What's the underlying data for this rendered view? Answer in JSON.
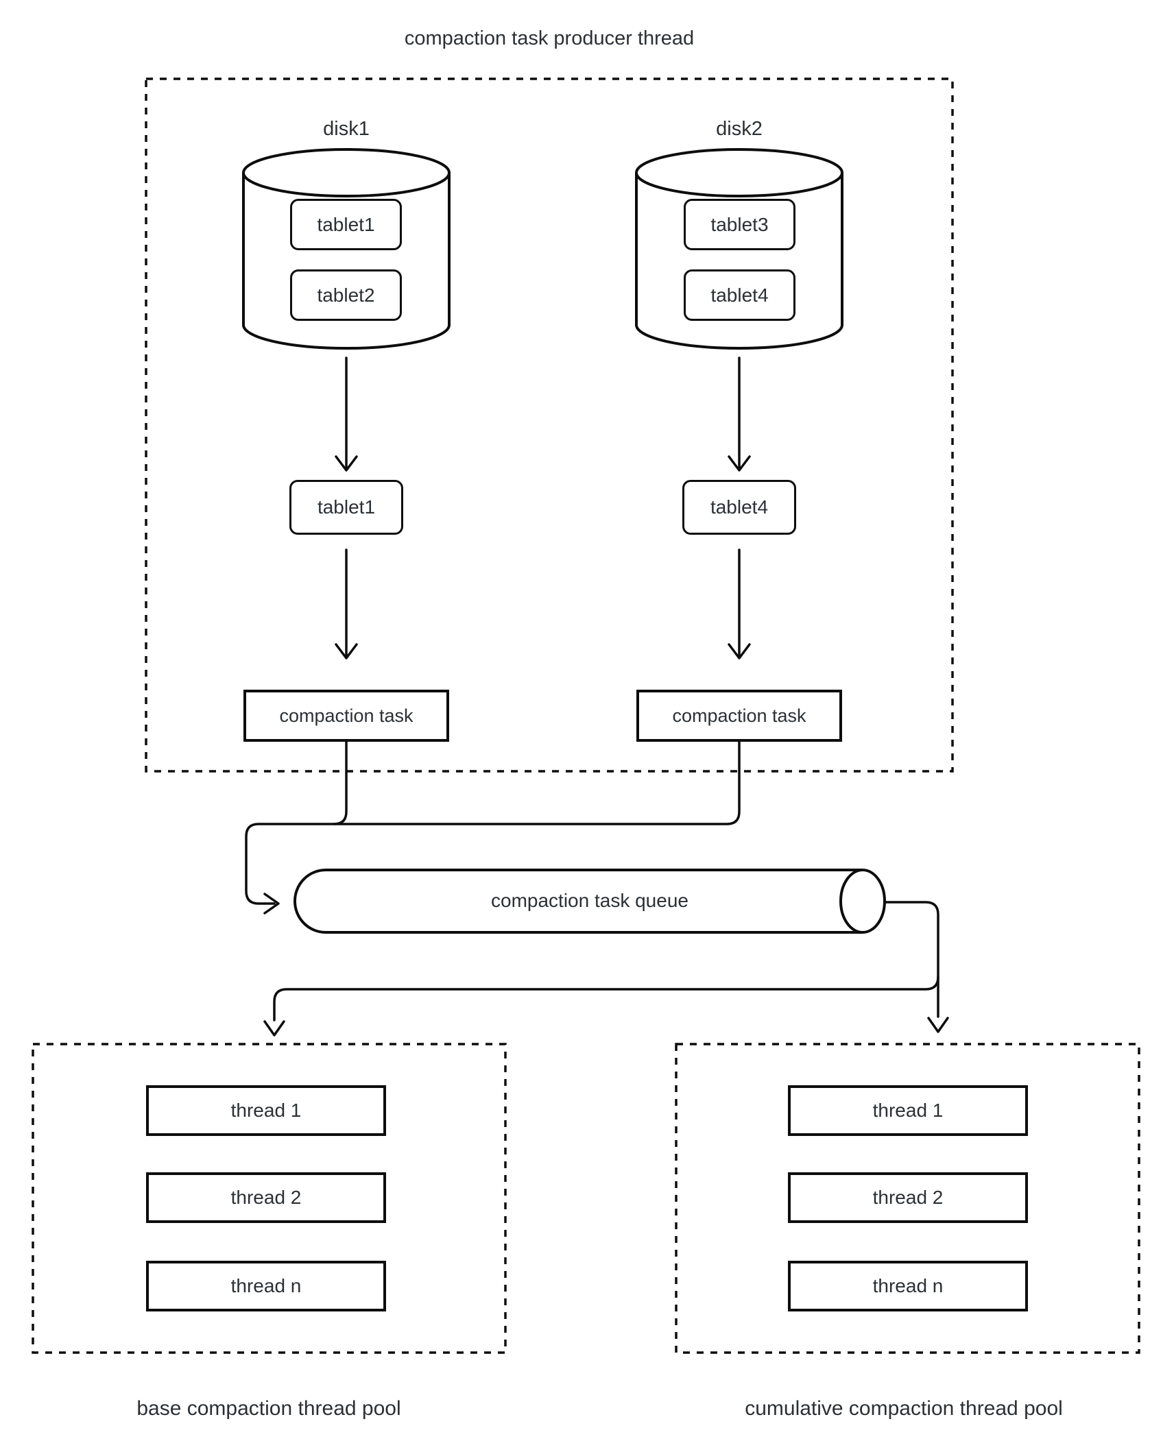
{
  "title": "compaction task producer thread",
  "producer": {
    "disks": [
      {
        "label": "disk1",
        "tablets": [
          "tablet1",
          "tablet2"
        ],
        "picked_tablet": "tablet1",
        "task": "compaction task"
      },
      {
        "label": "disk2",
        "tablets": [
          "tablet3",
          "tablet4"
        ],
        "picked_tablet": "tablet4",
        "task": "compaction task"
      }
    ]
  },
  "queue": {
    "label": "compaction task queue"
  },
  "pools": [
    {
      "caption": "base compaction thread pool",
      "threads": [
        "thread 1",
        "thread 2",
        "thread n"
      ]
    },
    {
      "caption": "cumulative compaction thread pool",
      "threads": [
        "thread 1",
        "thread 2",
        "thread n"
      ]
    }
  ],
  "colors": {
    "stroke": "#0d0d0d",
    "text": "#2b3035",
    "background": "#ffffff"
  }
}
